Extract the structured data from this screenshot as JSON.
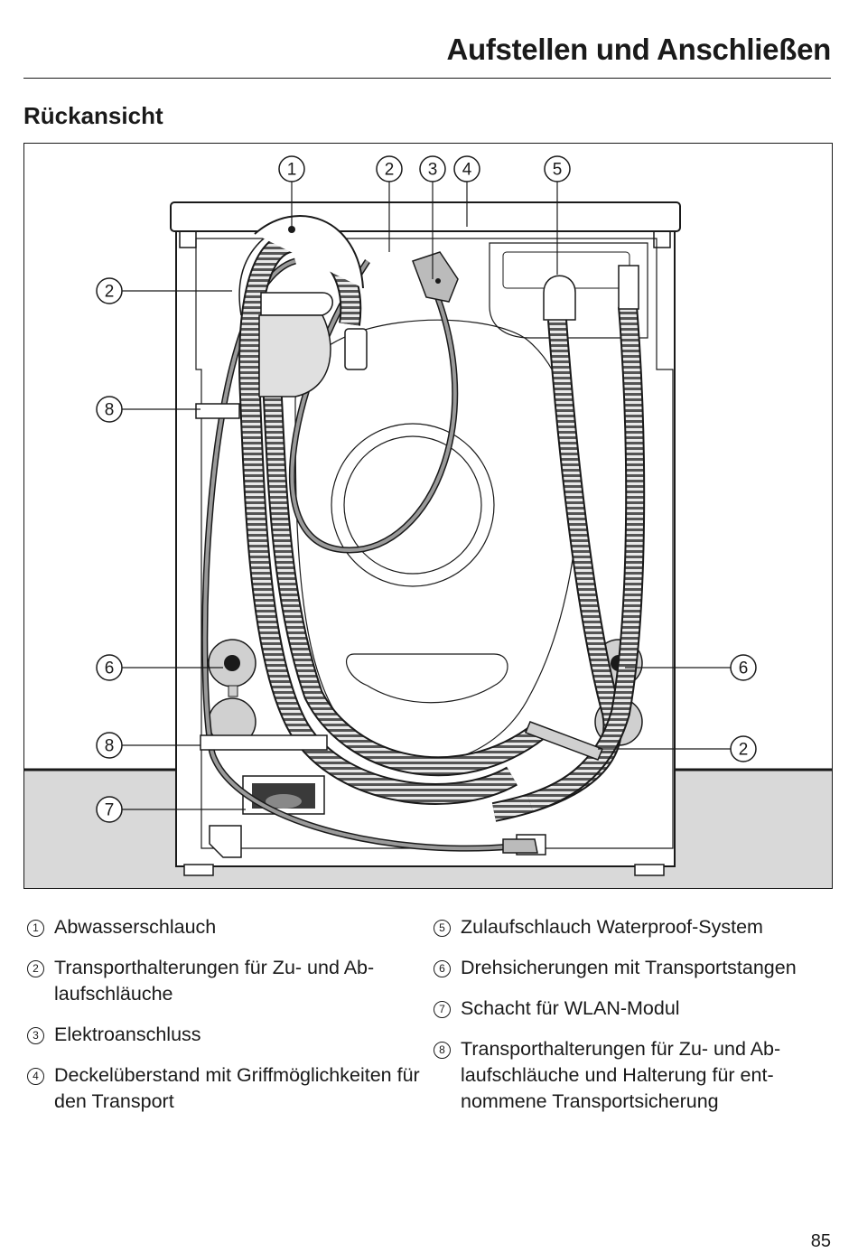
{
  "header": {
    "chapter_title": "Aufstellen und Anschließen"
  },
  "section": {
    "title": "Rückansicht"
  },
  "figure": {
    "callouts": {
      "top": [
        "1",
        "2",
        "3",
        "4",
        "5"
      ],
      "left": [
        "2",
        "8",
        "6",
        "8",
        "7"
      ],
      "right": [
        "6",
        "2"
      ]
    }
  },
  "legend": {
    "left": [
      {
        "num": "1",
        "text": "Abwasserschlauch"
      },
      {
        "num": "2",
        "text": "Transporthalterungen für Zu- und Ab­laufschläuche"
      },
      {
        "num": "3",
        "text": "Elektroanschluss"
      },
      {
        "num": "4",
        "text": "Deckelüberstand mit Griffmöglichkei­ten für den Transport"
      }
    ],
    "right": [
      {
        "num": "5",
        "text": "Zulaufschlauch Waterproof-System"
      },
      {
        "num": "6",
        "text": "Drehsicherungen mit Transportstan­gen"
      },
      {
        "num": "7",
        "text": "Schacht für WLAN-Modul"
      },
      {
        "num": "8",
        "text": "Transporthalterungen für Zu- und Ab­laufschläuche und Halterung für ent­nommene Transportsicherung"
      }
    ]
  },
  "page": {
    "number": "85"
  }
}
